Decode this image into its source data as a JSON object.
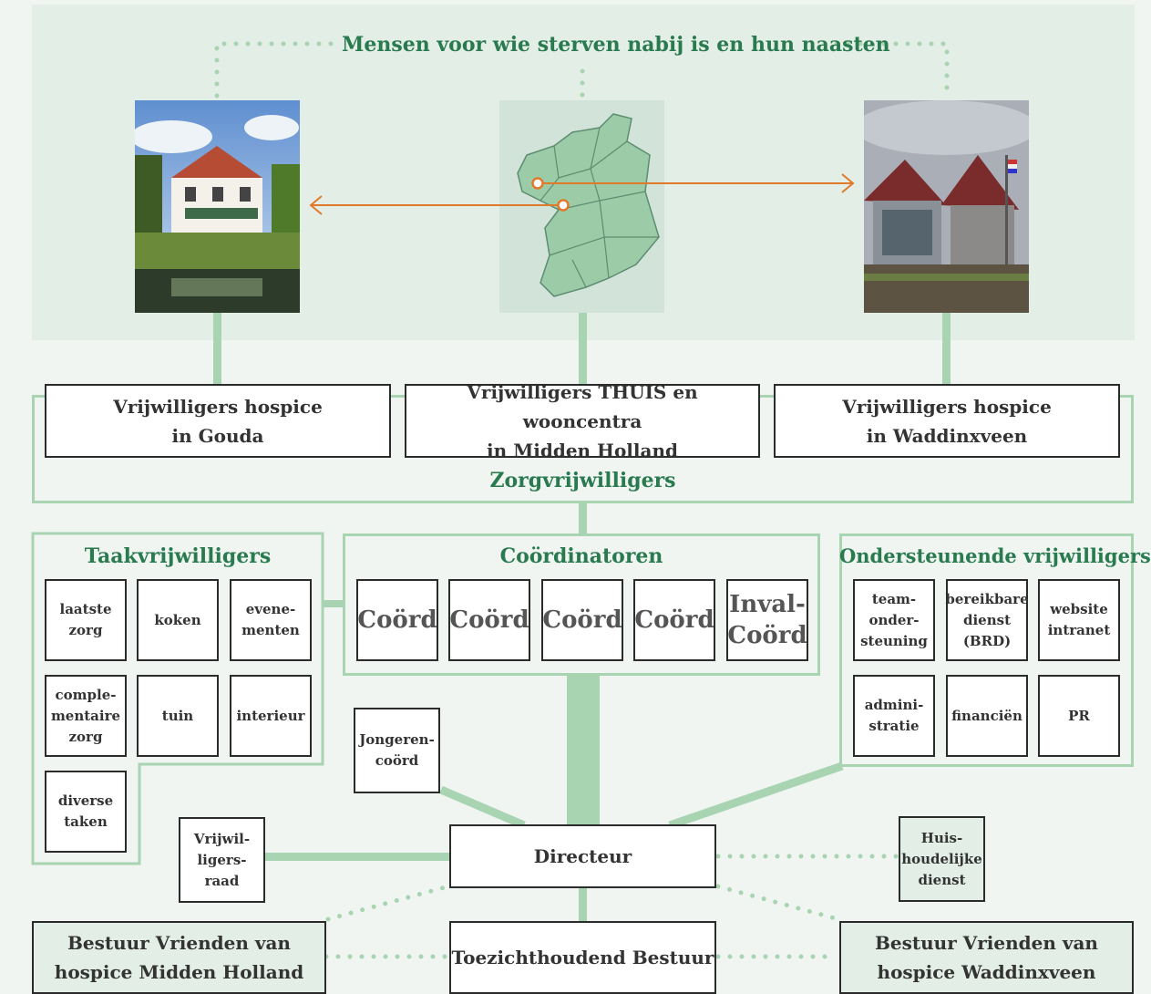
{
  "header": {
    "title": "Mensen voor wie sterven nabij is en hun naasten"
  },
  "photos": {
    "gouda": {
      "icon": "house-photo-gouda"
    },
    "map": {
      "icon": "region-map-midden-holland"
    },
    "waddinxveen": {
      "icon": "house-photo-waddinxveen"
    }
  },
  "care": {
    "title": "Zorgvrijwilligers",
    "gouda": "Vrijwilligers hospice\nin Gouda",
    "thuis": "Vrijwilligers THUIS en wooncentra\nin Midden Holland",
    "waddinxveen": "Vrijwilligers hospice\nin Waddinxveen"
  },
  "task": {
    "title": "Taakvrijwilligers",
    "items": [
      "laatste\nzorg",
      "koken",
      "evene-\nmenten",
      "comple-\nmentaire\nzorg",
      "tuin",
      "interieur",
      "diverse\ntaken"
    ]
  },
  "coordinators": {
    "title": "Coördinatoren",
    "items": [
      "Coörd",
      "Coörd",
      "Coörd",
      "Coörd",
      "Inval-\nCoörd"
    ]
  },
  "support": {
    "title": "Ondersteunende vrijwilligers",
    "items": [
      "team-\nonder-\nsteuning",
      "bereikbare\ndienst\n(BRD)",
      "website\nintranet",
      "admini-\nstratie",
      "financiën",
      "PR"
    ]
  },
  "org": {
    "youth": "Jongeren-\ncoörd",
    "council": "Vrijwil-\nligers-\nraad",
    "director": "Directeur",
    "household": "Huis-\nhoudelijke\ndienst",
    "supervisory": "Toezichthoudend Bestuur",
    "friends_mh": "Bestuur Vrienden van\nhospice Midden Holland",
    "friends_wx": "Bestuur Vrienden van\nhospice Waddinxveen"
  },
  "colors": {
    "accent": "#2a7a4f",
    "line": "#a8d4b2",
    "arrow": "#e07a2a",
    "band": "#e3eee7"
  }
}
